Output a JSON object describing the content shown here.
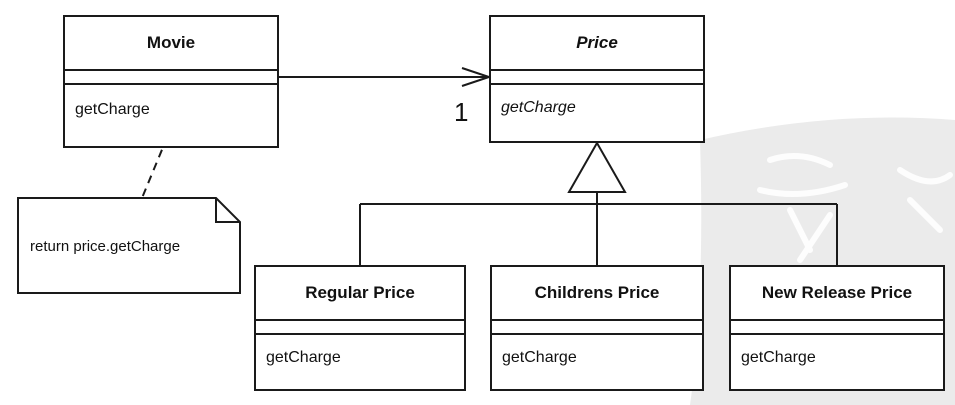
{
  "classes": {
    "movie": {
      "name": "Movie",
      "operation": "getCharge"
    },
    "price": {
      "name": "Price",
      "operation": "getCharge"
    },
    "regular": {
      "name": "Regular Price",
      "operation": "getCharge"
    },
    "childrens": {
      "name": "Childrens Price",
      "operation": "getCharge"
    },
    "new_release": {
      "name": "New Release Price",
      "operation": "getCharge"
    }
  },
  "note": {
    "text": "return price.getCharge"
  },
  "association": {
    "multiplicity": "1"
  },
  "colors": {
    "line": "#1a1a1a",
    "watermark": "#e6e6e6"
  }
}
